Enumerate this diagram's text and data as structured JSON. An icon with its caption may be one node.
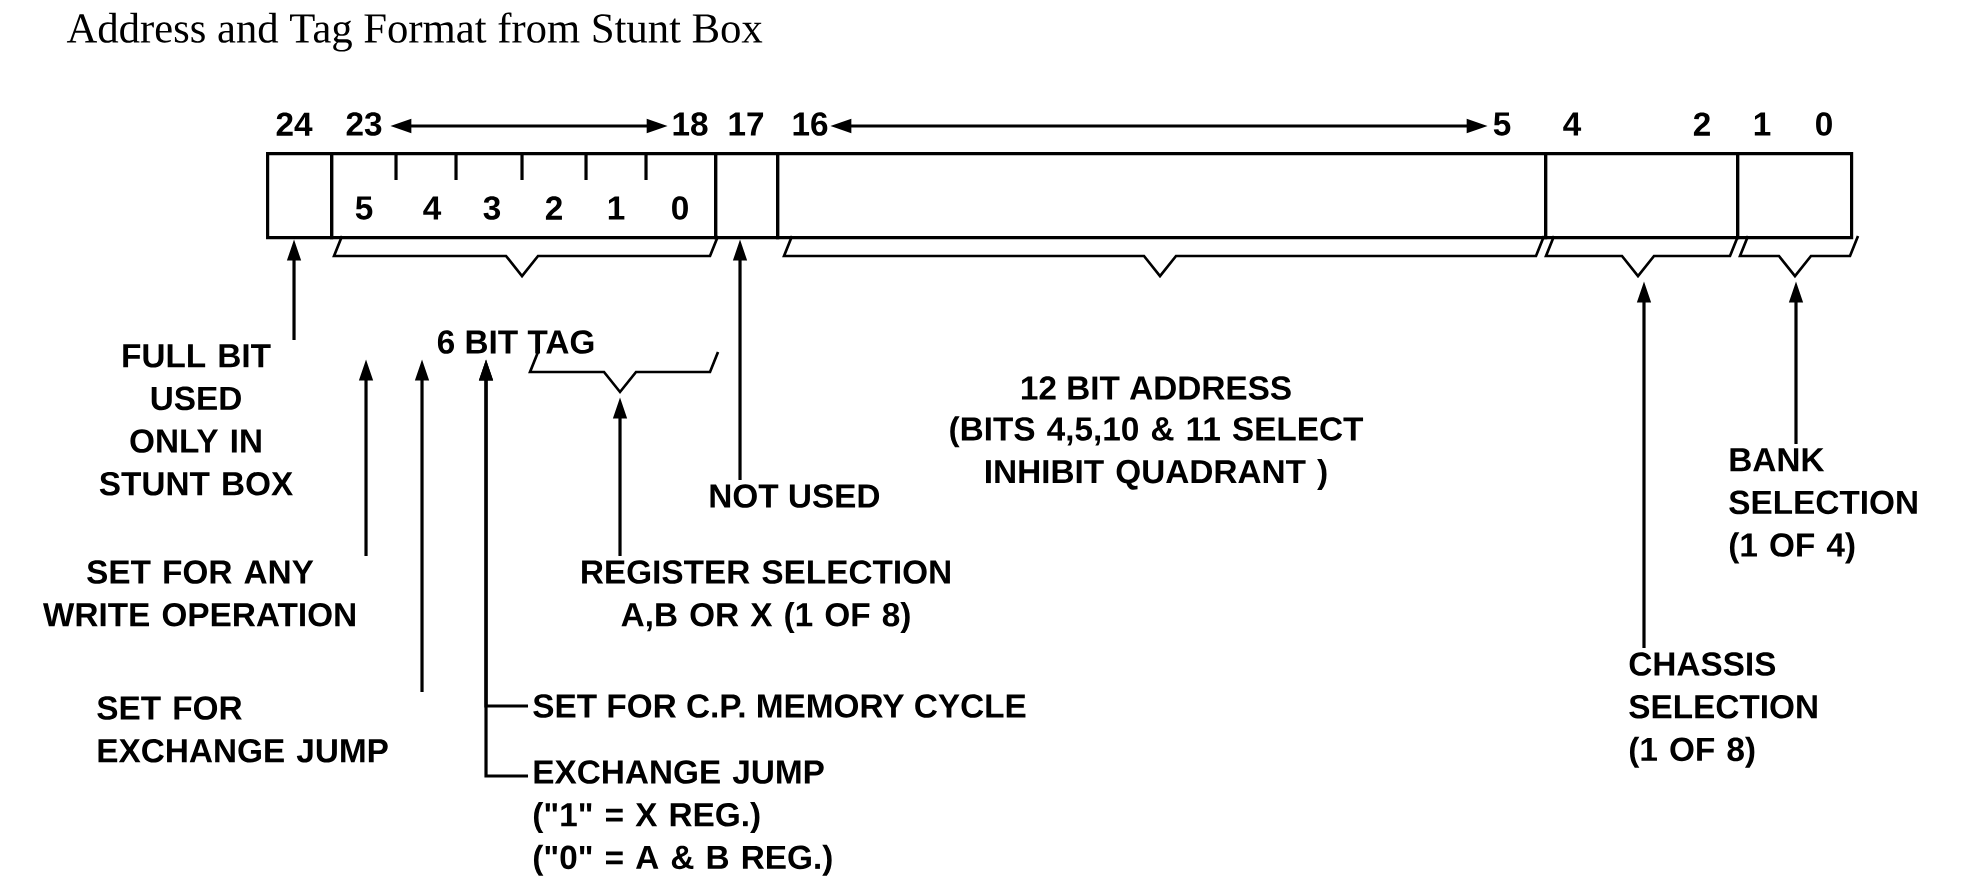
{
  "diagram": {
    "title": "Address and Tag Format from Stunt Box",
    "nodes": [
      {
        "text": [],
        "shape": "box"
      },
      {
        "text": [
          "6 BIT TAG"
        ]
      },
      {
        "text": [],
        "shape": "box"
      },
      {
        "text": [
          "12 BIT ADDRESS",
          "(BITS 4,5,10 & 11 SELECT INHIBIT QUADRANT )"
        ]
      },
      {
        "text": [],
        "shape": "box"
      },
      {
        "text": [],
        "shape": "box"
      },
      {
        "text": [
          "FULL BIT USED ONLY IN STUNT BOX"
        ]
      },
      {
        "text": [
          "SET FOR ANY WRITE OPERATION"
        ]
      },
      {
        "text": [
          "SET FOR EXCHANGE JUMP"
        ]
      },
      {
        "text": [
          "SET FOR C.P. MEMORY CYCLE"
        ]
      },
      {
        "text": [
          "EXCHANGE JUMP",
          "(\"1\" = X REG.)",
          "(\"0\" = A & B REG.)"
        ]
      },
      {
        "text": [
          "REGISTER SELECTION A,B OR X (1 OF 8)"
        ]
      },
      {
        "text": [
          "NOT USED"
        ]
      },
      {
        "text": [
          "CHASSIS SELECTION (1 OF 8)"
        ]
      },
      {
        "text": [
          "BANK SELECTION (1 OF 4)"
        ]
      }
    ],
    "edges": [
      {
        "from": 6,
        "to": 0,
        "arrow": "to"
      },
      {
        "from": 7,
        "to": 1,
        "arrow": "to"
      },
      {
        "from": 8,
        "to": 1,
        "arrow": "to"
      },
      {
        "from": 9,
        "to": 1,
        "arrow": "to"
      },
      {
        "from": 10,
        "to": 1,
        "arrow": "to"
      },
      {
        "from": 11,
        "to": 1,
        "arrow": "to"
      },
      {
        "from": 12,
        "to": 2,
        "arrow": "to"
      },
      {
        "from": 13,
        "to": 4,
        "arrow": "to"
      },
      {
        "from": 14,
        "to": 5,
        "arrow": "to"
      }
    ],
    "labels": [
      "24",
      "23",
      "18",
      "17",
      "16",
      "5",
      "4",
      "2",
      "1",
      "0",
      "5",
      "4",
      "3",
      "2",
      "1",
      "0"
    ]
  }
}
